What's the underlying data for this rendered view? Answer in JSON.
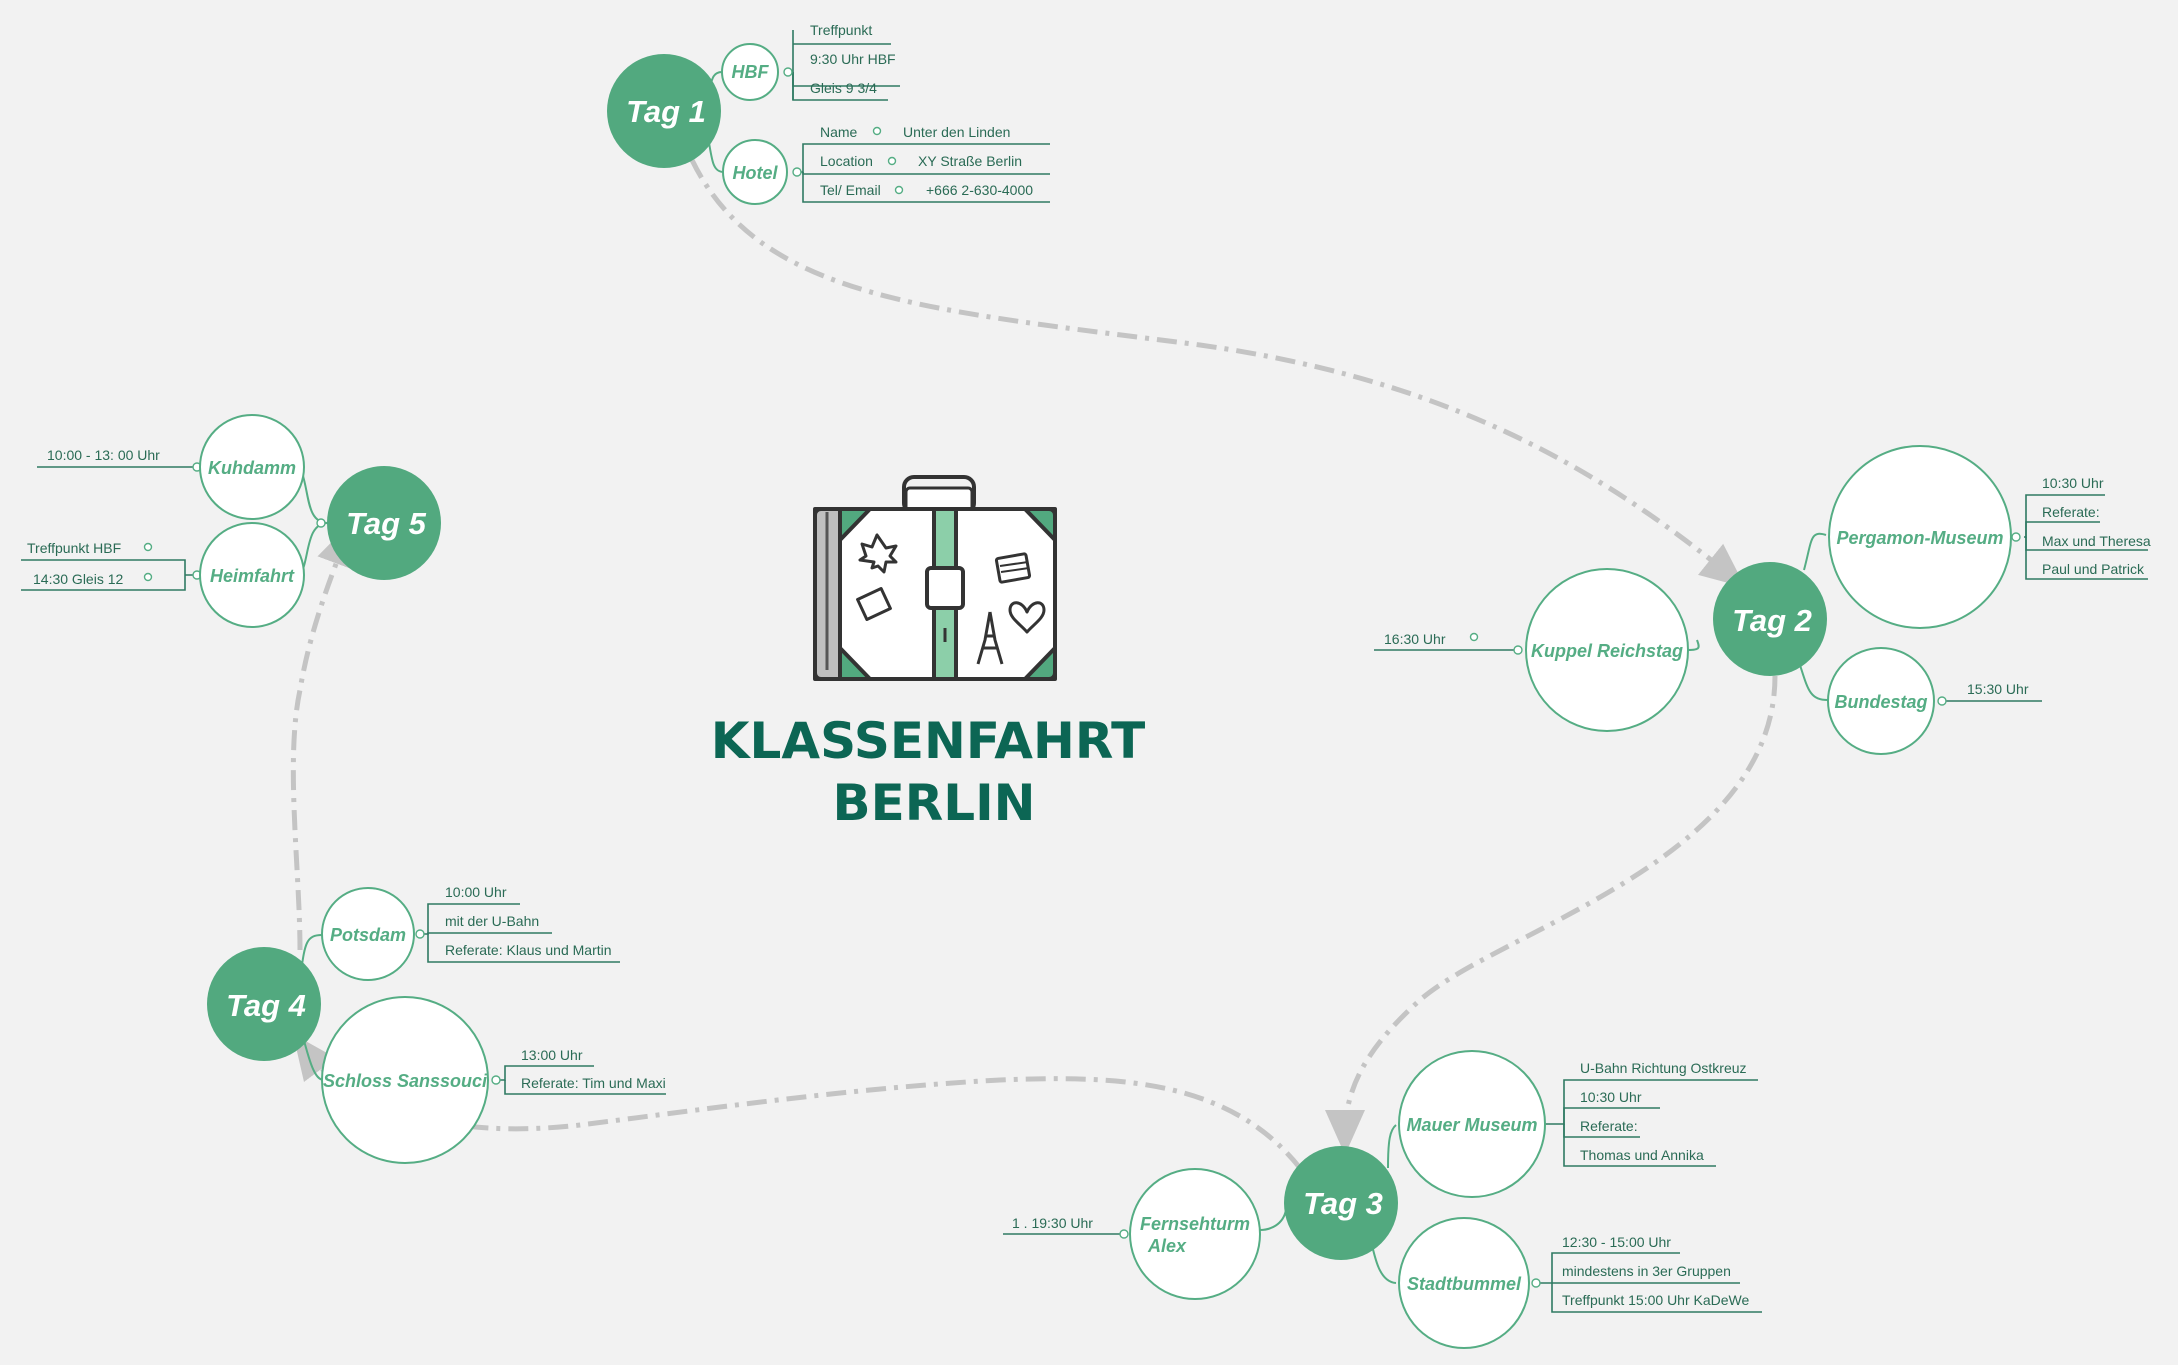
{
  "title": {
    "line1": "KLASSENFAHRT",
    "line2": "BERLIN"
  },
  "days": [
    {
      "id": "tag1",
      "label": "Tag 1"
    },
    {
      "id": "tag2",
      "label": "Tag 2"
    },
    {
      "id": "tag3",
      "label": "Tag 3"
    },
    {
      "id": "tag4",
      "label": "Tag 4"
    },
    {
      "id": "tag5",
      "label": "Tag 5"
    }
  ],
  "topics": [
    {
      "id": "hbf",
      "label": "HBF",
      "details": [
        "Treffpunkt",
        "9:30 Uhr HBF",
        "Gleis 9 3/4"
      ]
    },
    {
      "id": "hotel",
      "label": "Hotel",
      "details": [
        {
          "key": "Name",
          "value": "Unter den Linden"
        },
        {
          "key": "Location",
          "value": "XY Straße Berlin"
        },
        {
          "key": "Tel/ Email",
          "value": "+666 2-630-4000"
        }
      ]
    },
    {
      "id": "pergamon",
      "label": "Pergamon-Museum",
      "details": [
        "10:30 Uhr",
        "Referate:",
        "Max und Theresa",
        "Paul und Patrick"
      ]
    },
    {
      "id": "kuppel",
      "label": "Kuppel Reichstag",
      "details": [
        "16:30 Uhr"
      ]
    },
    {
      "id": "bundestag",
      "label": "Bundestag",
      "details": [
        "15:30 Uhr"
      ]
    },
    {
      "id": "mauer",
      "label": "Mauer Museum",
      "details": [
        "U-Bahn Richtung Ostkreuz",
        "10:30 Uhr",
        "Referate:",
        "Thomas und Annika"
      ]
    },
    {
      "id": "fernsehturm",
      "label": [
        "Fernsehturm",
        "Alex"
      ],
      "details": [
        "1 .  19:30 Uhr"
      ]
    },
    {
      "id": "stadtbummel",
      "label": "Stadtbummel",
      "details": [
        "12:30 - 15:00 Uhr",
        "mindestens in 3er Gruppen",
        "Treffpunkt 15:00 Uhr KaDeWe"
      ]
    },
    {
      "id": "potsdam",
      "label": "Potsdam",
      "details": [
        "10:00 Uhr",
        "mit der U-Bahn",
        "Referate: Klaus und Martin"
      ]
    },
    {
      "id": "sanssouci",
      "label": "Schloss Sanssouci",
      "details": [
        "13:00 Uhr",
        "Referate: Tim und Maxi"
      ]
    },
    {
      "id": "kuhdamm",
      "label": "Kuhdamm",
      "details": [
        "10:00 - 13: 00 Uhr"
      ]
    },
    {
      "id": "heimfahrt",
      "label": "Heimfahrt",
      "details": [
        "Treffpunkt HBF",
        "14:30 Gleis 12"
      ]
    }
  ],
  "colors": {
    "background": "#f2f2f2",
    "day_fill": "#52a97f",
    "topic_stroke": "#55ad84",
    "topic_text": "#55ad84",
    "detail_line": "#2f7a63",
    "title": "#0c6654",
    "route": "#c4c4c4"
  },
  "icons": [
    "suitcase-icon",
    "maple-leaf-icon",
    "eiffel-tower-icon",
    "heart-icon"
  ]
}
